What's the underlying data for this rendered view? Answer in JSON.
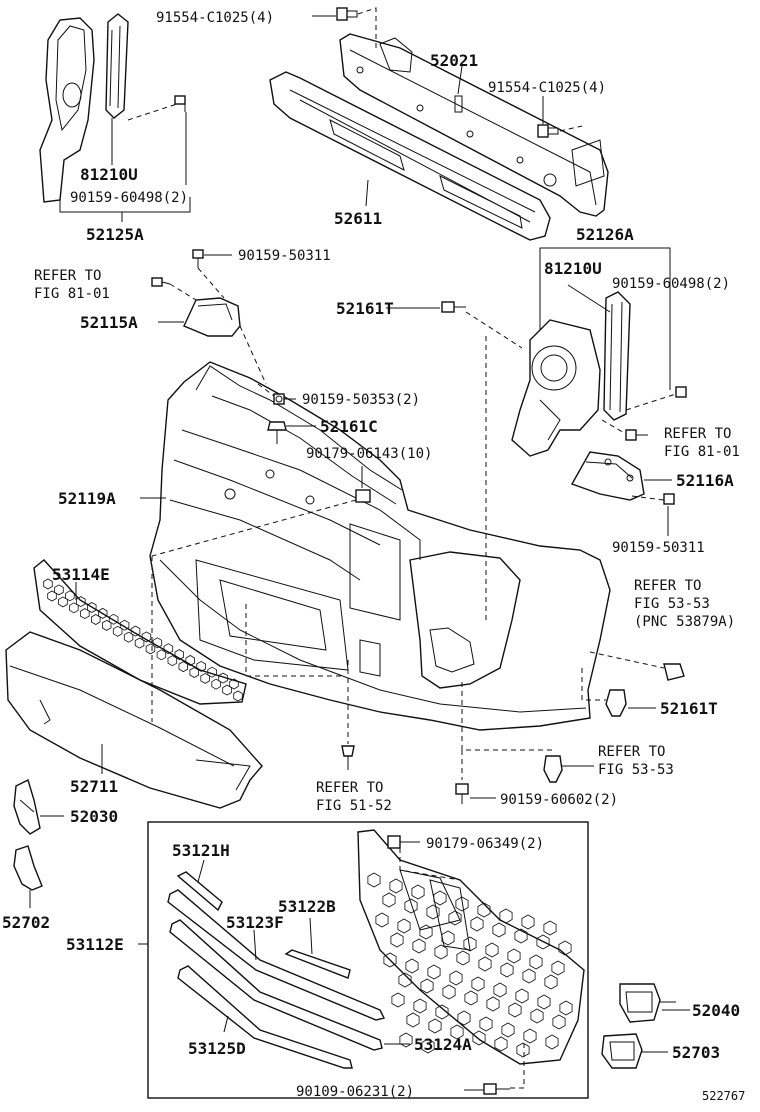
{
  "labels": {
    "bolt_top": "91554-C1025(4)",
    "reinforcement": "52021",
    "bolt_right": "91554-C1025(4)",
    "lamp_left": "81210U",
    "screw_left": "90159-60498(2)",
    "lamp_assy_left": "52125A",
    "absorber": "52611",
    "lamp_assy_right": "52126A",
    "lamp_right": "81210U",
    "screw_right": "90159-60498(2)",
    "screw_50311_top": "90159-50311",
    "ref_81_01_left_a": "REFER TO",
    "ref_81_01_left_b": "FIG 81-01",
    "retainer_left": "52115A",
    "clip_52161t_top": "52161T",
    "screw_50353": "90159-50353(2)",
    "clip_52161c": "52161C",
    "ref_81_01_right_a": "REFER TO",
    "ref_81_01_right_b": "FIG 81-01",
    "clip_06143": "90179-06143(10)",
    "retainer_right": "52116A",
    "bumper_cover": "52119A",
    "screw_50311_right": "90159-50311",
    "lower_grille": "53114E",
    "ref_53_53_a_1": "REFER TO",
    "ref_53_53_a_2": "FIG 53-53",
    "ref_53_53_a_3": "(PNC 53879A)",
    "spoiler": "52711",
    "clip_52161t_bottom": "52161T",
    "ref_53_53_b_1": "REFER TO",
    "ref_53_53_b_2": "FIG 53-53",
    "ref_51_52_1": "REFER TO",
    "ref_51_52_2": "FIG 51-52",
    "screw_60602": "90159-60602(2)",
    "bracket_52030": "52030",
    "nut_06349": "90179-06349(2)",
    "moulding_53121h": "53121H",
    "moulding_53122b": "53122B",
    "moulding_53123f": "53123F",
    "bracket_52702": "52702",
    "grille_assy": "53112E",
    "bracket_52040": "52040",
    "moulding_53125d": "53125D",
    "moulding_53124a": "53124A",
    "bracket_52703": "52703",
    "screw_06231": "90109-06231(2)",
    "diagram_id": "522767"
  }
}
